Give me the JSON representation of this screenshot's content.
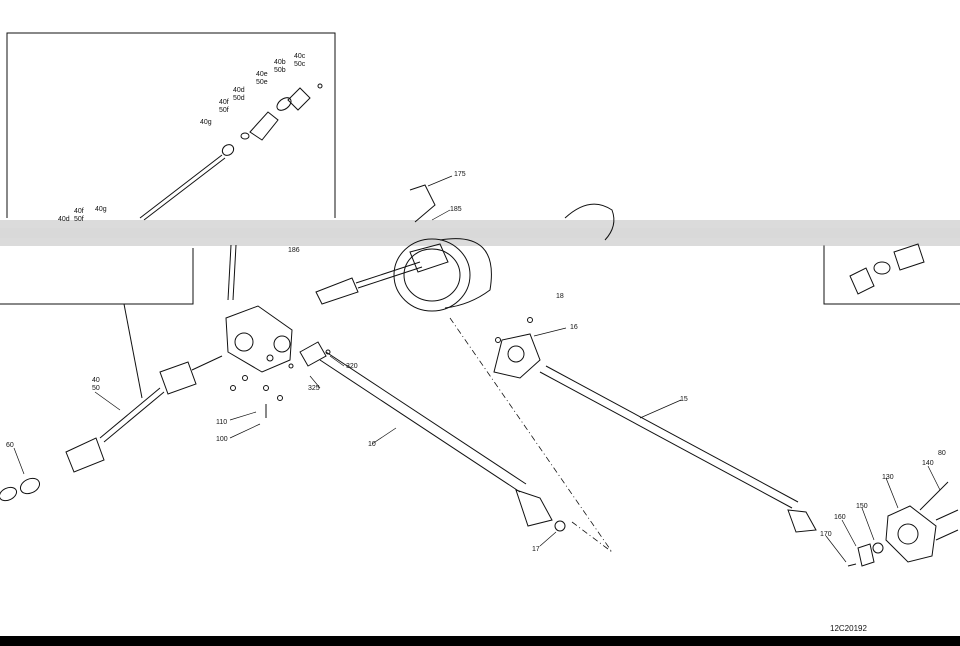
{
  "diagram": {
    "drawing_code": "12C20192",
    "inset_labels": [
      "40c",
      "50c",
      "40b",
      "50b",
      "40e",
      "50e",
      "40d",
      "50d",
      "40f",
      "50f",
      "40g",
      "40f",
      "50f",
      "40d",
      "40g"
    ],
    "main_labels": [
      "175",
      "185",
      "186",
      "18",
      "16",
      "15",
      "40",
      "50",
      "60",
      "110",
      "100",
      "320",
      "325",
      "10",
      "17",
      "130",
      "140",
      "80",
      "150",
      "160",
      "170"
    ]
  },
  "colors": {
    "ink": "#111111",
    "paper": "#ffffff",
    "band": "#bdbdbd"
  }
}
